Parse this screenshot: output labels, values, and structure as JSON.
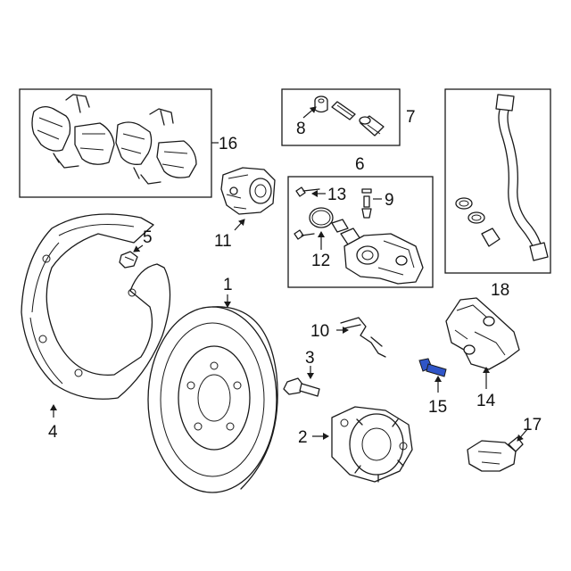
{
  "diagram": {
    "accent_color": "#2f55c8",
    "highlighted_part": "15",
    "callouts": {
      "c1": "1",
      "c2": "2",
      "c3": "3",
      "c4": "4",
      "c5": "5",
      "c6": "6",
      "c7": "7",
      "c8": "8",
      "c9": "9",
      "c10": "10",
      "c11": "11",
      "c12": "12",
      "c13": "13",
      "c14": "14",
      "c15": "15",
      "c16": "16",
      "c17": "17",
      "c18": "18"
    }
  }
}
